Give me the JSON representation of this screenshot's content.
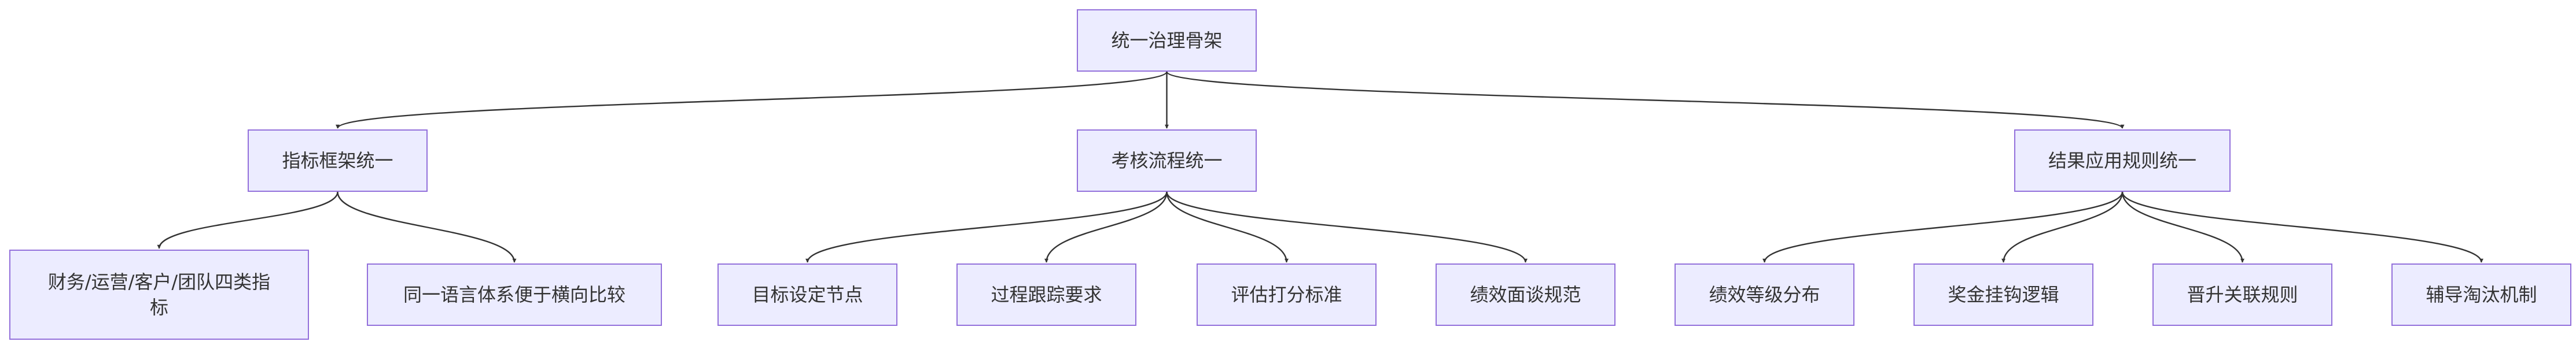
{
  "nodes": {
    "root": "统一治理骨架",
    "metrics": "指标框架统一",
    "process": "考核流程统一",
    "results": "结果应用规则统一",
    "four_types": "财务/运营/客户/团队四类指标",
    "common_language": "同一语言体系便于横向比较",
    "goal_nodes": "目标设定节点",
    "tracking": "过程跟踪要求",
    "scoring": "评估打分标准",
    "interview": "绩效面谈规范",
    "grade_distribution": "绩效等级分布",
    "bonus_link": "奖金挂钩逻辑",
    "promotion": "晋升关联规则",
    "coaching": "辅导淘汰机制"
  },
  "edges": [
    [
      "root",
      "metrics"
    ],
    [
      "root",
      "process"
    ],
    [
      "root",
      "results"
    ],
    [
      "metrics",
      "four_types"
    ],
    [
      "metrics",
      "common_language"
    ],
    [
      "process",
      "goal_nodes"
    ],
    [
      "process",
      "tracking"
    ],
    [
      "process",
      "scoring"
    ],
    [
      "process",
      "interview"
    ],
    [
      "results",
      "grade_distribution"
    ],
    [
      "results",
      "bonus_link"
    ],
    [
      "results",
      "promotion"
    ],
    [
      "results",
      "coaching"
    ]
  ],
  "colors": {
    "node_fill": "#ECECFF",
    "node_border": "#9370DB",
    "edge": "#333333",
    "text": "#333333"
  }
}
